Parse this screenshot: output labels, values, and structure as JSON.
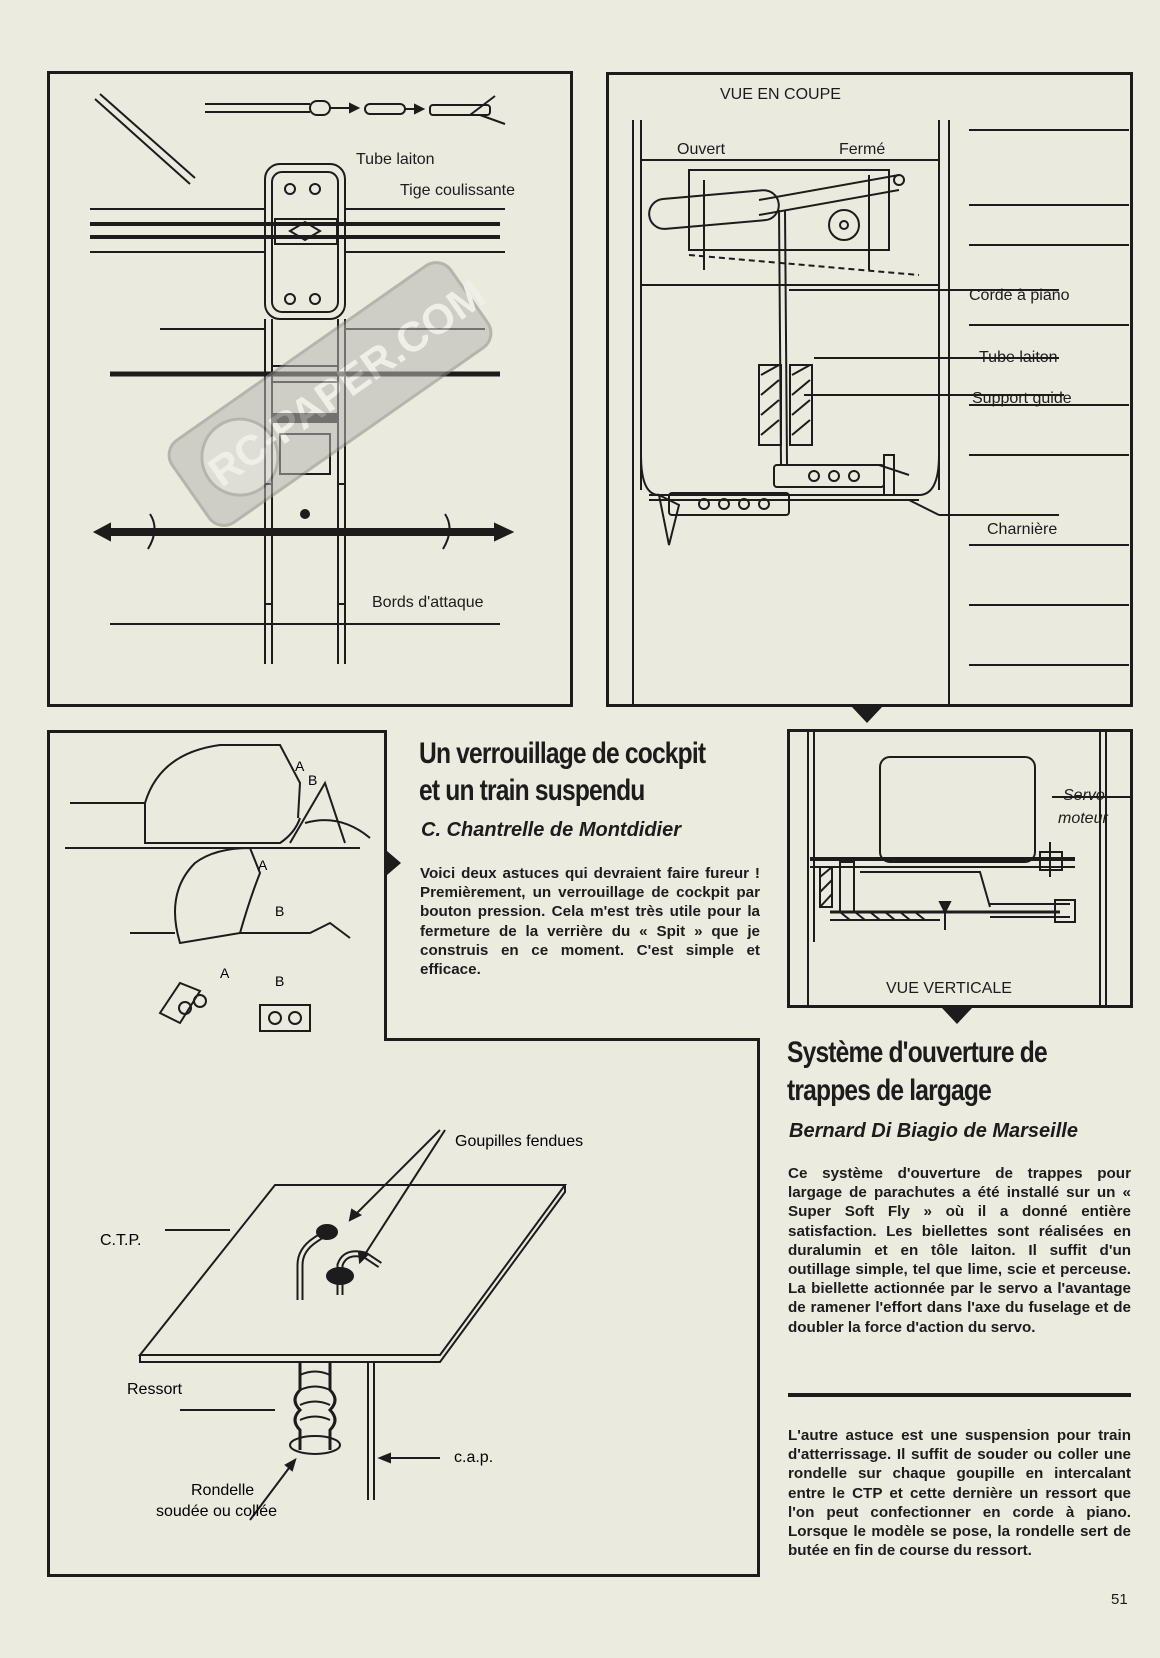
{
  "figure1": {
    "labels": {
      "tube_laiton": "Tube laiton",
      "tige_coulissante": "Tige coulissante",
      "bords_attaque": "Bords d'attaque"
    },
    "watermark": "RC-PAPER.COM"
  },
  "figure2": {
    "labels": {
      "vue_en_coupe": "VUE EN COUPE",
      "ouvert": "Ouvert",
      "ferme": "Fermé",
      "corde_piano": "Corde à piano",
      "tube_laiton": "Tube laiton",
      "support_guide": "Support guide",
      "charniere": "Charnière"
    }
  },
  "figure3": {
    "labels": {
      "a1": "A",
      "b1": "B",
      "a2": "A",
      "b2": "B",
      "a3": "A",
      "b3": "B"
    }
  },
  "figure4": {
    "labels": {
      "servo": "Servo",
      "moteur": "moteur",
      "vue_verticale": "VUE VERTICALE"
    }
  },
  "figure5": {
    "labels": {
      "goupilles": "Goupilles fendues",
      "ctp": "C.T.P.",
      "ressort": "Ressort",
      "cap": "c.a.p.",
      "rondelle_line1": "Rondelle",
      "rondelle_line2": "soudée ou collée"
    }
  },
  "article1": {
    "title_line1": "Un verrouillage de cockpit",
    "title_line2": "et un train suspendu",
    "author": "C. Chantrelle de Montdidier",
    "body": "Voici deux astuces qui devraient faire fureur ! Premièrement, un verrouillage de cockpit par bouton pression. Cela m'est très utile pour la fermeture de la verrière du « Spit » que je construis en ce moment. C'est simple et efficace."
  },
  "article2": {
    "title_line1": "Système d'ouverture de",
    "title_line2": "trappes de largage",
    "author": "Bernard Di Biagio de Marseille",
    "body": "Ce système d'ouverture de trappes pour largage de parachutes a été installé sur un « Super Soft Fly » où il a donné entière satisfaction. Les biellettes sont réalisées en duralumin et en tôle laiton. Il suffit d'un outillage simple, tel que lime, scie et perceuse. La biellette actionnée par le servo a l'avantage de ramener l'effort dans l'axe du fuselage et de doubler la force d'action du servo."
  },
  "article1_continued": {
    "body": "L'autre astuce est une suspension pour train d'atterrissage. Il suffit de souder ou coller une rondelle sur chaque goupille en intercalant entre le CTP et cette dernière un ressort que l'on peut confectionner en corde à piano. Lorsque le modèle se pose, la rondelle sert de butée en fin de course du ressort."
  },
  "page_number": "51"
}
